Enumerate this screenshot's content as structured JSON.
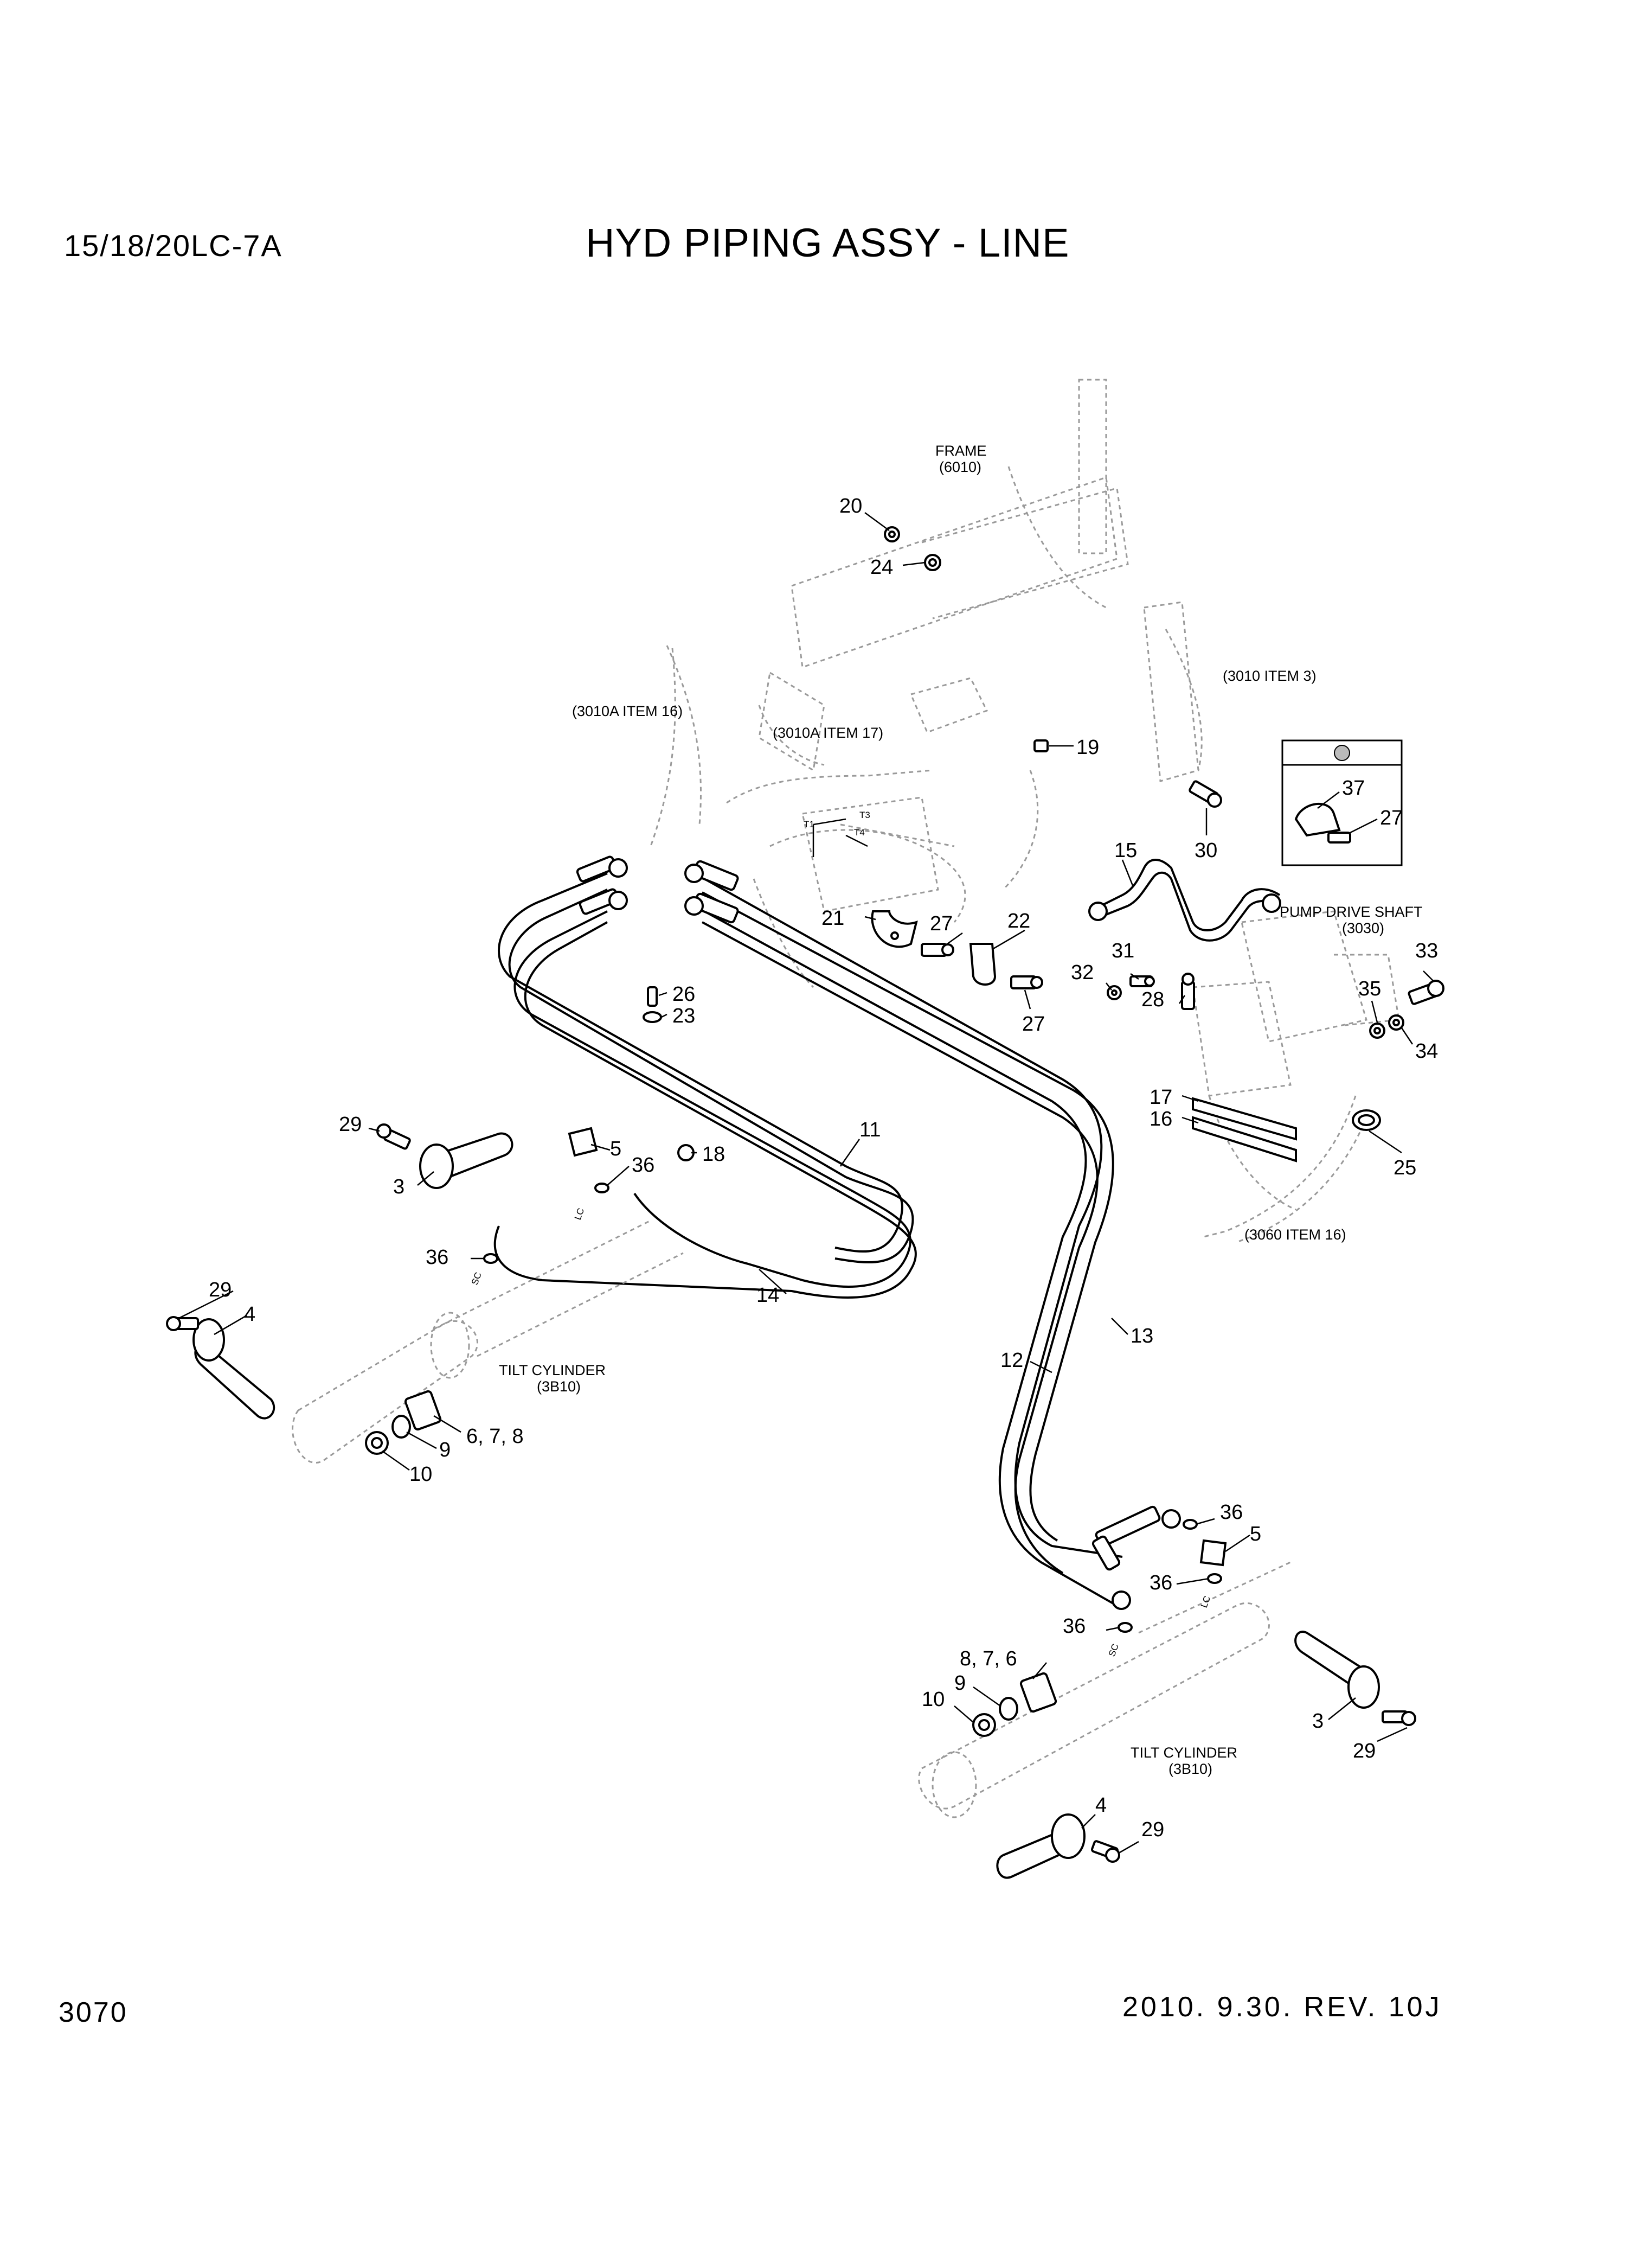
{
  "header": {
    "model": "15/18/20LC-7A",
    "title": "HYD PIPING ASSY - LINE"
  },
  "footer": {
    "page_number": "3070",
    "revision": "2010. 9.30. REV. 10J"
  },
  "references": {
    "frame": "FRAME",
    "frame_code": "(6010)",
    "item_3010_3": "(3010 ITEM 3)",
    "item_3010a_16": "(3010A ITEM 16)",
    "item_3010a_17": "(3010A ITEM 17)",
    "pump_drive_shaft": "PUMP DRIVE SHAFT",
    "pump_drive_shaft_code": "(3030)",
    "item_3060_16": "(3060 ITEM 16)",
    "tilt_cylinder_left": "TILT CYLINDER",
    "tilt_cylinder_left_code": "(3B10)",
    "tilt_cylinder_right": "TILT CYLINDER",
    "tilt_cylinder_right_code": "(3B10)",
    "port_t1": "T1",
    "port_t3": "T3",
    "port_t4": "T4",
    "port_lc_left": "LC",
    "port_sc_left": "SC",
    "port_lc_right": "LC",
    "port_sc_right": "SC"
  },
  "callouts": {
    "c20": "20",
    "c24": "24",
    "c19": "19",
    "c30": "30",
    "c37": "37",
    "c27_inset": "27",
    "c15": "15",
    "c21": "21",
    "c27a": "27",
    "c22": "22",
    "c27b": "27",
    "c31": "31",
    "c32": "32",
    "c28": "28",
    "c33": "33",
    "c35": "35",
    "c34": "34",
    "c17": "17",
    "c16": "16",
    "c25": "25",
    "c26": "26",
    "c23": "23",
    "c11": "11",
    "c18": "18",
    "c29a": "29",
    "c3a": "3",
    "c5a": "5",
    "c36a": "36",
    "c36b": "36",
    "c14": "14",
    "c29b": "29",
    "c4a": "4",
    "c678a": "6, 7, 8",
    "c9a": "9",
    "c10a": "10",
    "c13": "13",
    "c12": "12",
    "c36c": "36",
    "c5b": "5",
    "c36d": "36",
    "c36e": "36",
    "c876": "8, 7, 6",
    "c9b": "9",
    "c10b": "10",
    "c3b": "3",
    "c29c": "29",
    "c4b": "4",
    "c29d": "29"
  }
}
